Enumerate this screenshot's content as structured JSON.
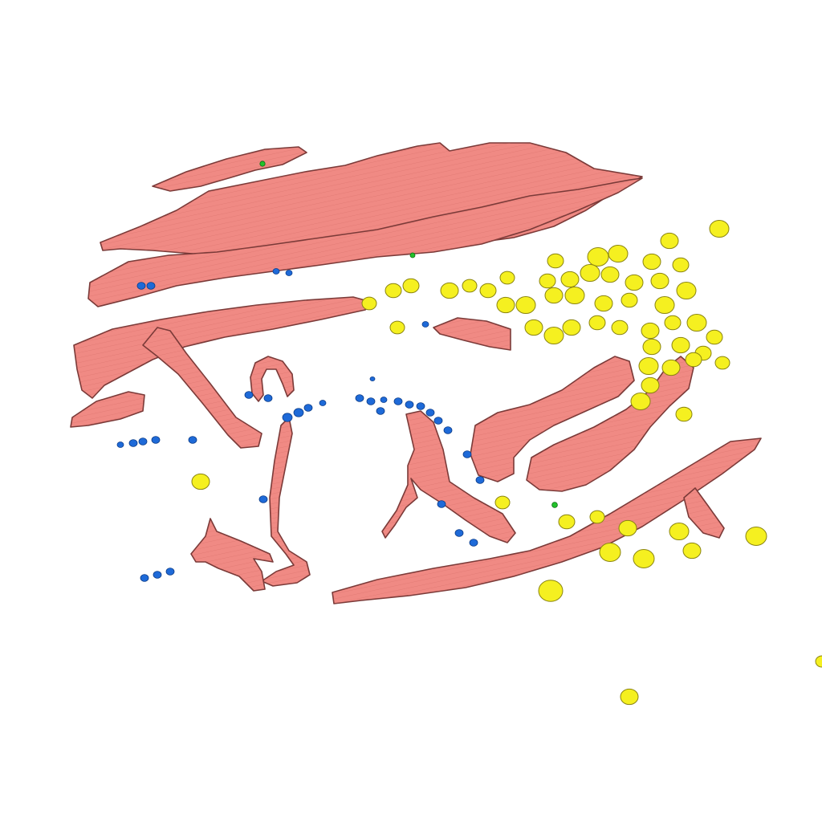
{
  "scene": {
    "background": "#ffffff",
    "structures": [
      {
        "key": "fibers",
        "icon": "muscle-fiber-icon",
        "fill": "#f08a84",
        "stroke": "#7a3a38"
      },
      {
        "key": "yellow",
        "icon": "yellow-vesicle-icon",
        "fill": "#f5f020",
        "stroke": "#8a8410"
      },
      {
        "key": "blue",
        "icon": "blue-granule-icon",
        "fill": "#1e6ad8",
        "stroke": "#0c3c88"
      },
      {
        "key": "green",
        "icon": "green-marker-icon",
        "fill": "#22c22a",
        "stroke": "#0d6a12"
      }
    ]
  }
}
